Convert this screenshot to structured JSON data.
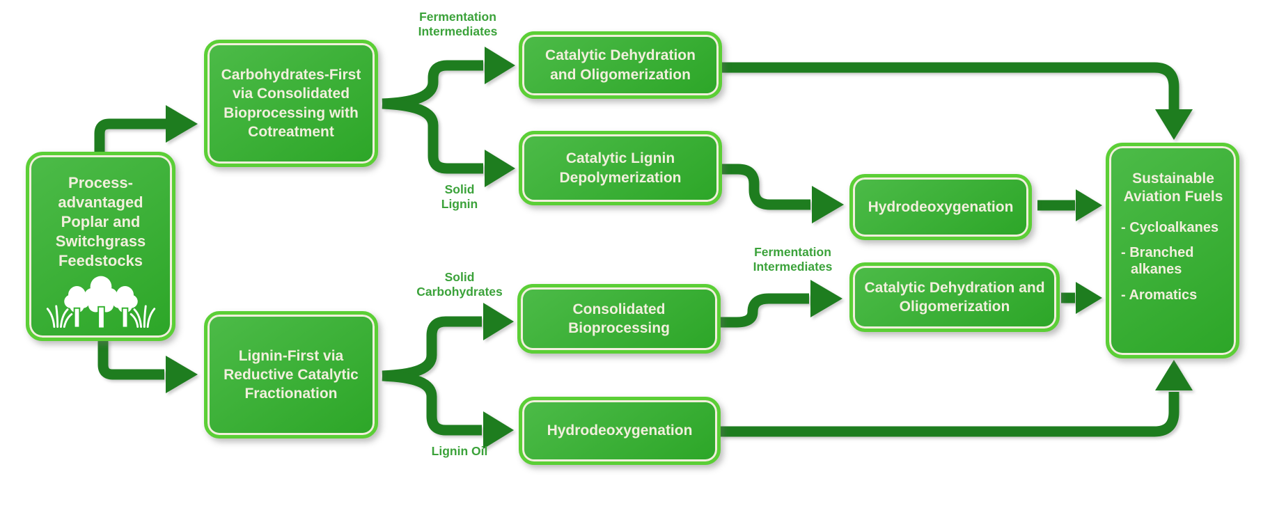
{
  "diagram": {
    "nodes": {
      "feedstocks": {
        "label": "Process-advantaged Poplar and Switchgrass Feedstocks",
        "icon": "trees-and-grass-icon"
      },
      "carbohydrates_first": {
        "label": "Carbohydrates-First via Consolidated Bioprocessing with Cotreatment"
      },
      "catalytic_dehydration_top": {
        "label": "Catalytic Dehydration and Oligomerization"
      },
      "catalytic_lignin_depolymerization": {
        "label": "Catalytic Lignin Depolymerization"
      },
      "hydrodeoxygenation_mid": {
        "label": "Hydrodeoxygenation"
      },
      "lignin_first": {
        "label": "Lignin-First via Reductive Catalytic Fractionation"
      },
      "consolidated_bioprocessing": {
        "label": "Consolidated Bioprocessing"
      },
      "catalytic_dehydration_bottom": {
        "label": "Catalytic Dehydration and Oligomerization"
      },
      "hydrodeoxygenation_bottom": {
        "label": "Hydrodeoxygenation"
      },
      "sustainable_aviation_fuels": {
        "title": "Sustainable Aviation Fuels",
        "items": [
          "- Cycloalkanes",
          "- Branched alkanes",
          "- Aromatics"
        ]
      }
    },
    "edge_labels": {
      "fermentation_intermediates_top": "Fermentation Intermediates",
      "solid_lignin": "Solid Lignin",
      "solid_carbohydrates": "Solid Carbohydrates",
      "fermentation_intermediates_bottom": "Fermentation Intermediates",
      "lignin_oil": "Lignin Oil"
    },
    "colors": {
      "node_fill": "#2fb02a",
      "node_border": "#5bcf36",
      "node_inner_outline": "#f2efdd",
      "node_text": "#f2efdd",
      "arrow": "#1e7d1f",
      "edge_label_text": "#3ba23a",
      "background": "#ffffff"
    }
  }
}
